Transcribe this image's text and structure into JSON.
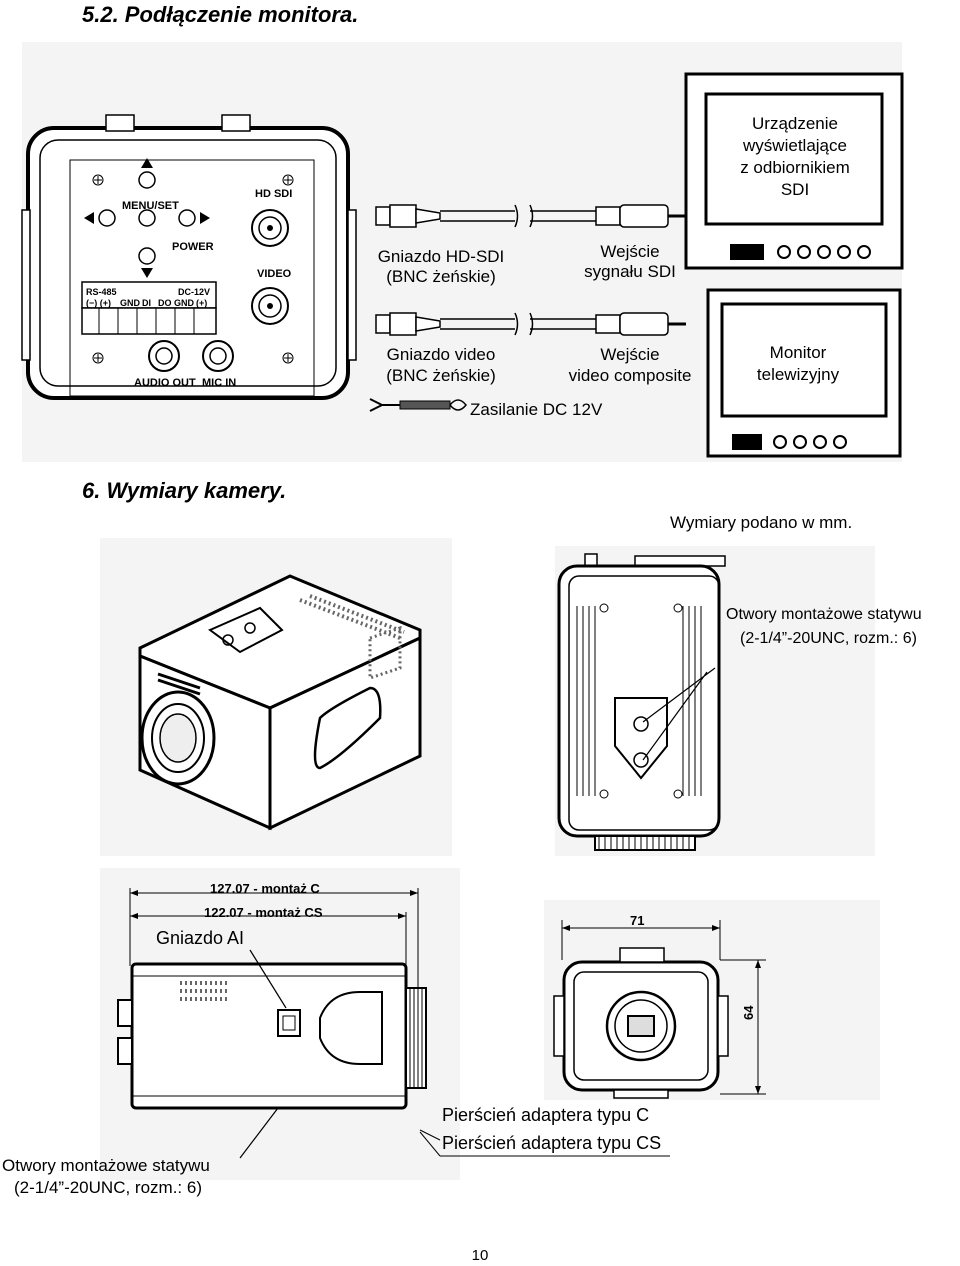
{
  "section_monitor": {
    "title": "5.2. Podłączenie monitora."
  },
  "connection": {
    "panel_labels": {
      "menu_set": "MENU/SET",
      "power": "POWER",
      "hd_sdi": "HD SDI",
      "video": "VIDEO",
      "rs485": "RS-485",
      "rs485_polarity": "(−)   (+)",
      "gnd": "GND",
      "di": "DI",
      "do": "DO",
      "dc12v": "DC-12V",
      "dc_gnd": "GND",
      "dc_plus": "(+)",
      "audio_out": "AUDIO OUT",
      "mic_in": "MIC IN"
    },
    "sdi_device": [
      "Urządzenie",
      "wyświetlające",
      "z odbiornikiem",
      "SDI"
    ],
    "hdsdi_socket": [
      "Gniazdo HD-SDI",
      "(BNC żeńskie)"
    ],
    "sdi_input": [
      "Wejście",
      "sygnału SDI"
    ],
    "video_socket": [
      "Gniazdo video",
      "(BNC żeńskie)"
    ],
    "composite_input": [
      "Wejście",
      "video composite"
    ],
    "tv_monitor": [
      "Monitor",
      "telewizyjny"
    ],
    "power_supply": "Zasilanie DC 12V"
  },
  "section_dimensions": {
    "title": "6. Wymiary kamery."
  },
  "dimensions": {
    "units_note": "Wymiary podano w mm.",
    "mount_holes_top": [
      "Otwory montażowe statywu",
      "(2-1/4”-20UNC, rozm.: 6)"
    ],
    "length_c": "127.07 - montaż C",
    "length_cs": "122.07 - montaż CS",
    "ai_socket": "Gniazdo AI",
    "width": "71",
    "height": "64",
    "ring_c": "Pierścień adaptera typu C",
    "ring_cs": "Pierścień adaptera typu CS",
    "mount_holes_bottom": [
      "Otwory montażowe statywu",
      "(2-1/4”-20UNC, rozm.: 6)"
    ]
  },
  "footer": {
    "page_number": "10"
  }
}
